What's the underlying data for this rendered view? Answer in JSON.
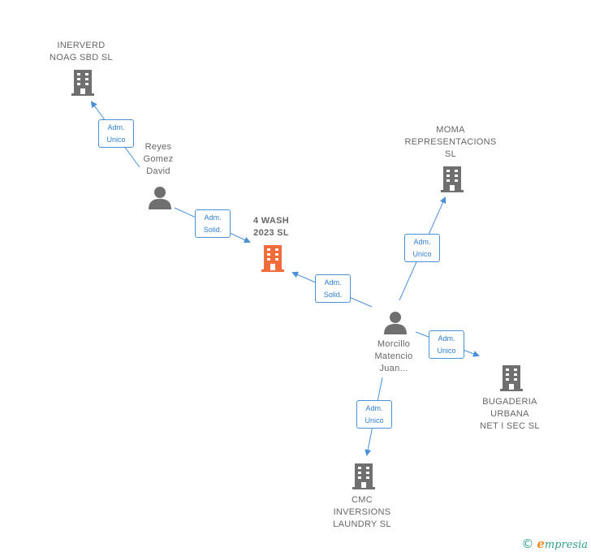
{
  "colors": {
    "edge": "#4a90d9",
    "building": "#6f6f6f",
    "main_building": "#f26b3a",
    "person": "#6f6f6f",
    "text": "#666666"
  },
  "nodes": {
    "inerverd": {
      "label": "INERVERD\nNOAG SBD SL",
      "icon": "building-icon"
    },
    "reyes": {
      "label": "Reyes\nGomez\nDavid",
      "icon": "person-icon"
    },
    "wash": {
      "label": "4 WASH\n2023  SL",
      "icon": "building-icon"
    },
    "moma": {
      "label": "MOMA\nREPRESENTACIONS\nSL",
      "icon": "building-icon"
    },
    "morcillo": {
      "label": "Morcillo\nMatencio\nJuan...",
      "icon": "person-icon"
    },
    "bugaderia": {
      "label": "BUGADERIA\nURBANA\nNET I SEC  SL",
      "icon": "building-icon"
    },
    "cmc": {
      "label": "CMC\nINVERSIONS\nLAUNDRY  SL",
      "icon": "building-icon"
    }
  },
  "edges": {
    "reyes_inerverd": "Adm.\nUnico",
    "reyes_wash": "Adm.\nSolid.",
    "morcillo_wash": "Adm.\nSolid.",
    "morcillo_moma": "Adm.\nUnico",
    "morcillo_bugaderia": "Adm.\nUnico",
    "morcillo_cmc": "Adm.\nUnico"
  },
  "footer": {
    "copyright": "©",
    "brand_initial": "e",
    "brand_rest": "mpresia"
  }
}
